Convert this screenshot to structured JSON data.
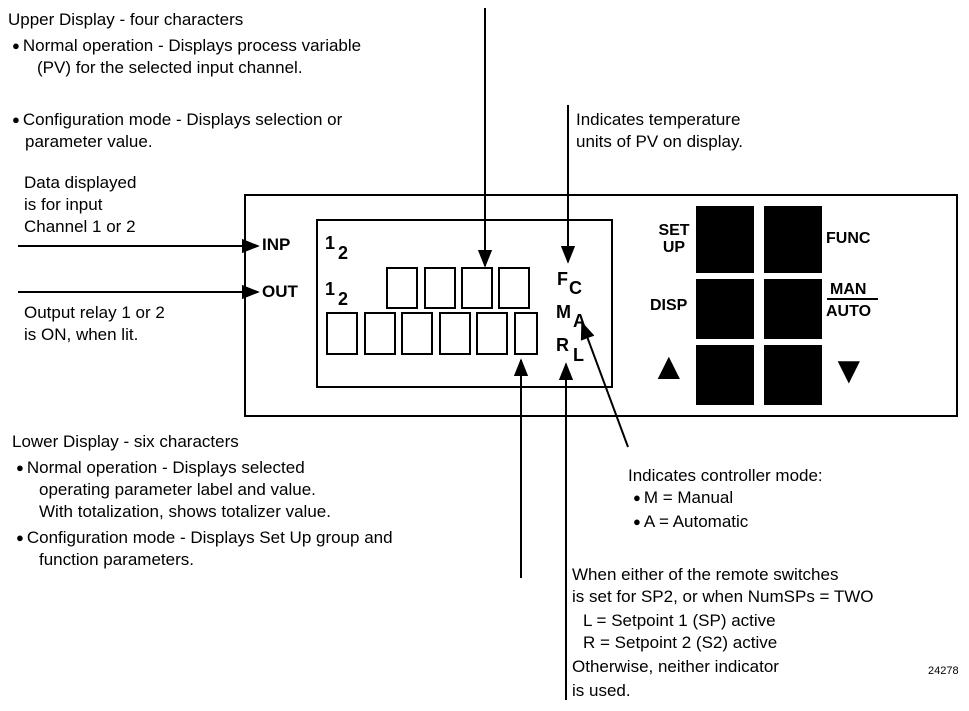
{
  "upper": {
    "title": "Upper Display - four characters",
    "b1a": "Normal operation - Displays process variable",
    "b1b": "(PV) for the selected input channel.",
    "b2a": "Configuration mode - Displays selection or",
    "b2b": "parameter value."
  },
  "temp": {
    "l1": "Indicates temperature",
    "l2": "units of PV on display."
  },
  "inp_note": {
    "l1": "Data displayed",
    "l2": "is for input",
    "l3": "Channel 1 or 2"
  },
  "out_note": {
    "l1": "Output relay 1 or 2",
    "l2": "is ON, when lit."
  },
  "panel": {
    "inp": "INP",
    "out": "OUT",
    "ch1": "1",
    "ch2": "2",
    "F": "F",
    "C": "C",
    "M": "M",
    "A": "A",
    "R": "R",
    "L": "L"
  },
  "buttons": {
    "setup1": "SET",
    "setup2": "UP",
    "func": "FUNC",
    "disp": "DISP",
    "man": "MAN",
    "auto": "AUTO",
    "up_arrow": "▲",
    "down_arrow": "▼"
  },
  "lower": {
    "title": "Lower Display - six characters",
    "b1a": "Normal operation - Displays selected",
    "b1b": "operating parameter label and value.",
    "b1c": "With totalization, shows totalizer value.",
    "b2a": "Configuration mode - Displays Set Up group and",
    "b2b": "function parameters."
  },
  "mode": {
    "title": "Indicates controller mode:",
    "m": "M = Manual",
    "a": "A = Automatic"
  },
  "remote": {
    "l1": "When either of the remote switches",
    "l2": "is set for SP2, or when NumSPs = TWO",
    "l3": "L = Setpoint 1 (SP) active",
    "l4": "R = Setpoint 2 (S2) active",
    "l5": "Otherwise, neither indicator",
    "l6": "is used."
  },
  "figure_number": "24278"
}
